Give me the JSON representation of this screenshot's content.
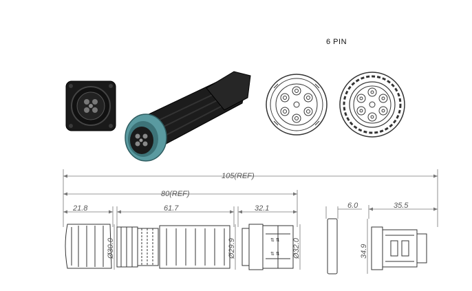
{
  "header": {
    "pin_label": "6 PIN"
  },
  "dimensions": {
    "overall_length": "105(REF)",
    "body_length": "80(REF)",
    "cable_gland_length": "21.8",
    "housing_length": "61.7",
    "plug_length": "32.1",
    "cable_gland_diameter": "Ø30.0",
    "housing_diameter": "Ø29.9",
    "plug_diameter": "Ø32.0",
    "panel_thickness": "6.0",
    "socket_length": "35.5",
    "socket_height": "34.9"
  },
  "colors": {
    "line": "#333333",
    "dim_line": "#777777",
    "accent_teal": "#5a9aa0",
    "body_black": "#1c1c1c"
  }
}
